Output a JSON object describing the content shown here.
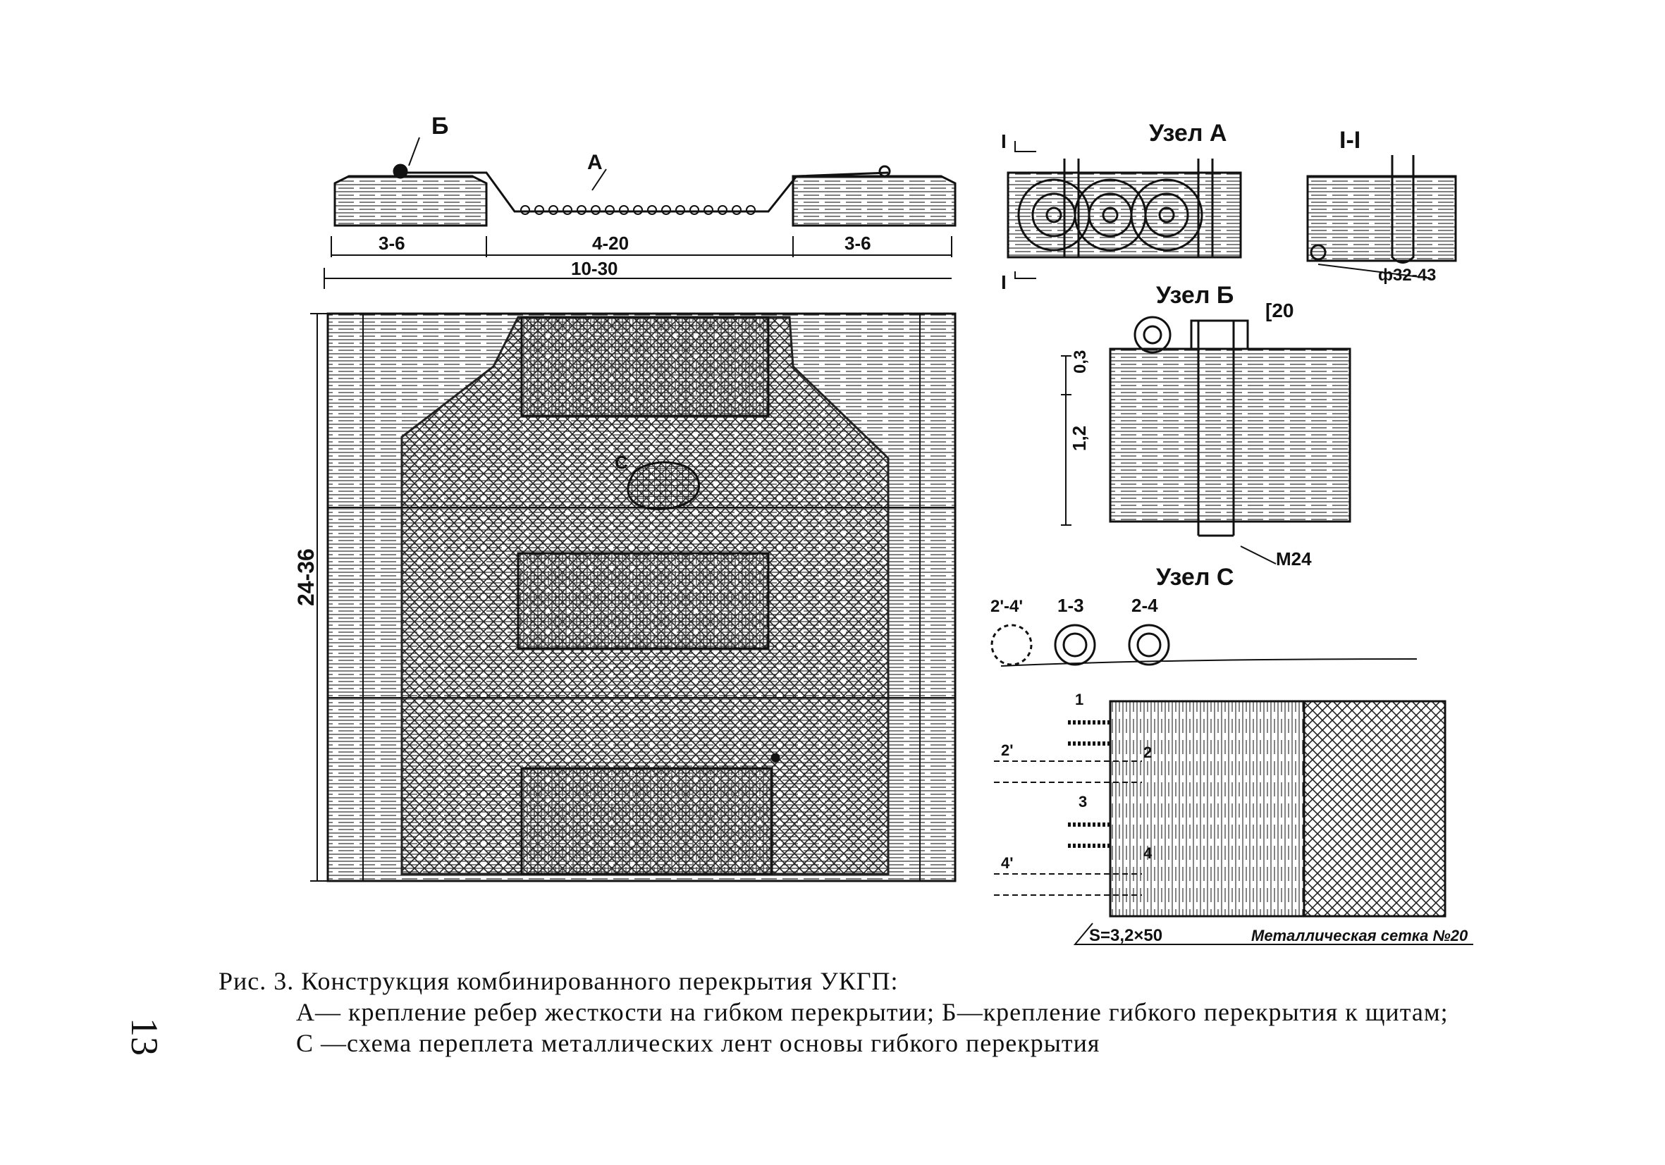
{
  "figure": {
    "section_view": {
      "label_b": "Б",
      "label_a": "А",
      "dim_left": "3-6",
      "dim_mid": "4-20",
      "dim_right": "3-6",
      "dim_total": "10-30"
    },
    "plan_view": {
      "dim_vertical": "24-36",
      "label_c": "С"
    },
    "node_a": {
      "title": "Узел А",
      "cut_top": "I",
      "cut_bottom": "I"
    },
    "section_1_1": {
      "title": "I-I",
      "dim": "ф32-43"
    },
    "node_b": {
      "title": "Узел Б",
      "channel": "[20",
      "dim_03": "0,3",
      "dim_12": "1,2",
      "bolt": "M24"
    },
    "node_c": {
      "title": "Узел С",
      "roll_labels": [
        "2'-4'",
        "1-3",
        "2-4"
      ],
      "strip_labels": [
        "1",
        "2'",
        "2",
        "3",
        "4'",
        "4"
      ],
      "dim_s": "S=3,2×50",
      "mesh_note": "Металлическая сетка №20"
    }
  },
  "caption": {
    "line1": "Рис. 3. Конструкция комбинированного перекрытия УКГП:",
    "line2": "А— крепление ребер жесткости на гибком перекрытии; Б—крепление гибкого перекрытия к щитам;",
    "line3": "С —схема переплета металлических лент основы гибкого перекрытия"
  },
  "page_number": "13"
}
